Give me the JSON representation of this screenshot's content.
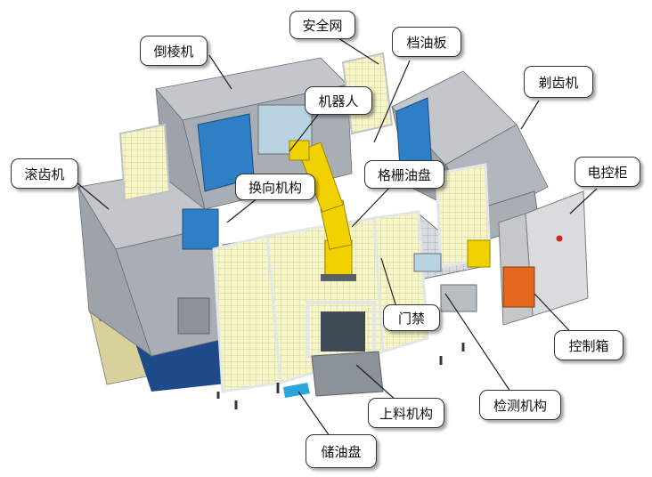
{
  "diagram": {
    "labels": {
      "anquanwang": "安全网",
      "daoleng": "倒棱机",
      "dangyouban": "档油板",
      "jiqiren": "机器人",
      "tixiao": "剃齿机",
      "gunchi": "滚齿机",
      "huanxiang": "换向机构",
      "geshan": "格栅油盘",
      "diankong": "电控柜",
      "menjin": "门禁",
      "kongzhi": "控制箱",
      "jiance": "检测机构",
      "shangliao": "上料机构",
      "chuyou": "储油盘"
    },
    "colors": {
      "machine_gray": "#a9aeb4",
      "machine_top": "#c3c7cc",
      "panel_blue": "#2f7fc6",
      "robot_yellow": "#f1d100",
      "fence_yellow": "#f4f3b0",
      "frame_white": "#e9ecef",
      "base_blue": "#1f4a8a",
      "cabinet_gray": "#d9dcdc",
      "box_orange": "#e4661f"
    }
  }
}
